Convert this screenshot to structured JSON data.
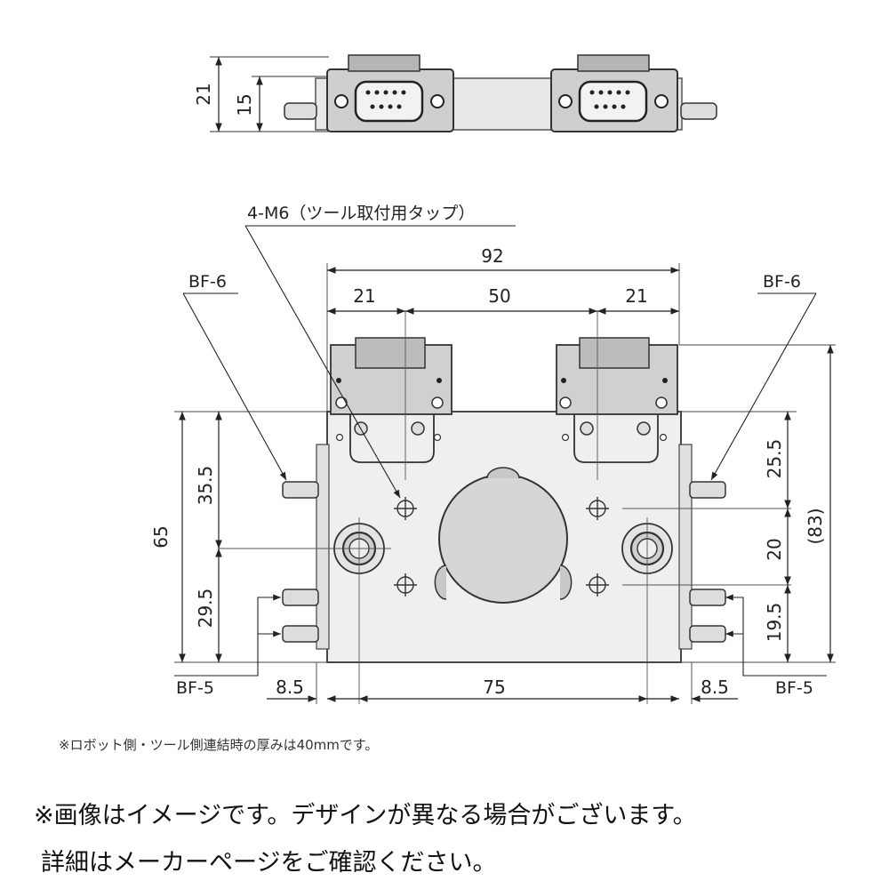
{
  "drawing": {
    "top_view": {
      "dim_height_outer": "21",
      "dim_height_inner": "15"
    },
    "callout_tap": "4-M6（ツール取付用タップ）",
    "dims": {
      "overall_width": "92",
      "left_edge": "21",
      "center_span": "50",
      "right_edge": "21",
      "overall_height": "65",
      "left_upper": "35.5",
      "left_lower": "29.5",
      "right_upper": "25.5",
      "right_middle": "20",
      "right_lower": "19.5",
      "right_total": "(83)",
      "bottom_left_offset": "8.5",
      "bottom_center_span": "75",
      "bottom_right_offset": "8.5"
    },
    "fittings": {
      "upper_left": "BF-6",
      "upper_right": "BF-6",
      "lower_left": "BF-5",
      "lower_right": "BF-5"
    },
    "note": "※ロボット側・ツール側連結時の厚みは40mmです。"
  },
  "disclaimer": {
    "line1": "※画像はイメージです。デザインが異なる場合がございます。",
    "line2": "詳細はメーカーページをご確認ください。"
  }
}
